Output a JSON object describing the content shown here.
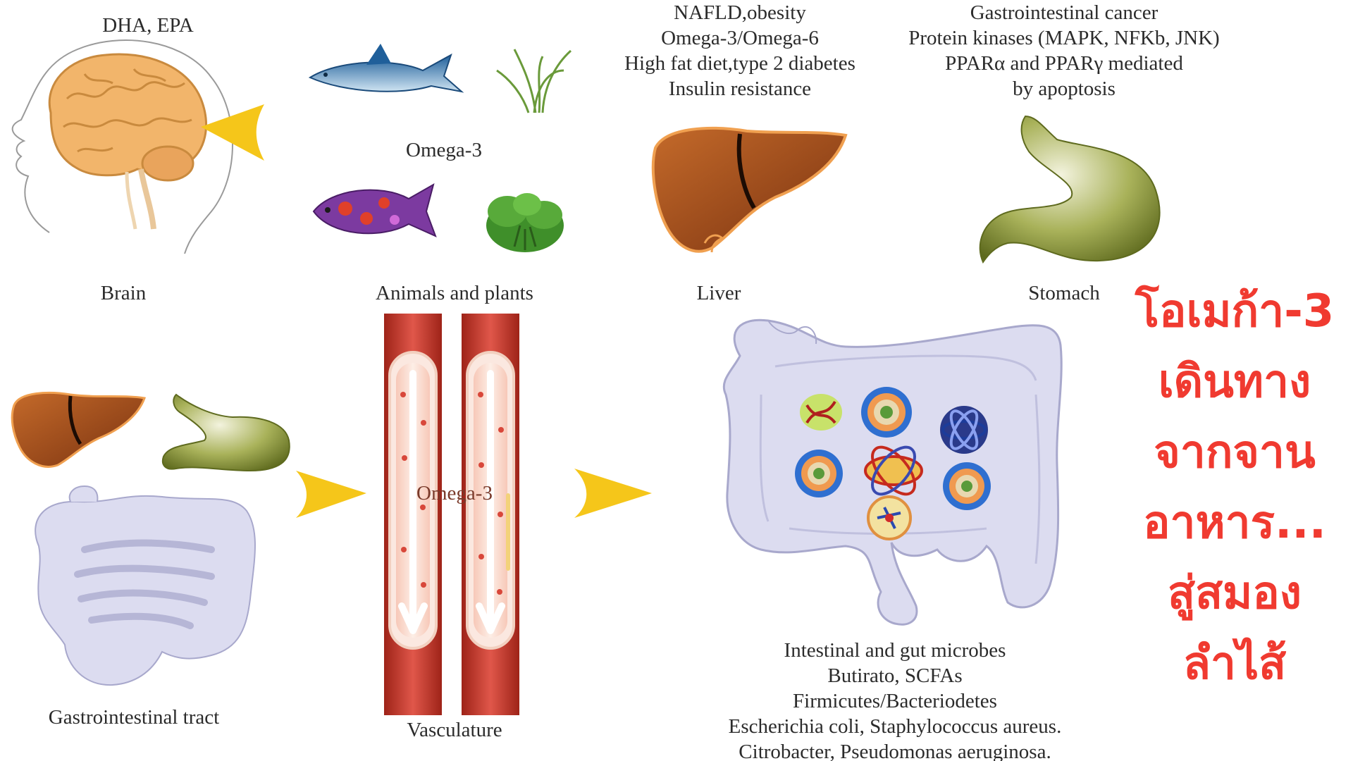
{
  "labels": {
    "brain_header": "DHA, EPA",
    "omega3_center": "Omega-3",
    "brain": "Brain",
    "animals_plants": "Animals and plants",
    "liver": "Liver",
    "stomach": "Stomach",
    "gi_tract": "Gastrointestinal tract",
    "vasculature": "Vasculature",
    "vessel_omega3": "Omega-3"
  },
  "liver_notes": [
    "NAFLD,obesity",
    "Omega-3/Omega-6",
    "High fat diet,type 2 diabetes",
    "Insulin resistance"
  ],
  "stomach_notes": [
    "Gastrointestinal cancer",
    "Protein kinases (MAPK, NFKb, JNK)",
    "PPARα and PPARγ mediated",
    "by apoptosis"
  ],
  "gut_notes": [
    "Intestinal and gut microbes",
    "Butirato, SCFAs",
    "Firmicutes/Bacteriodetes",
    "Escherichia coli, Staphylococcus aureus.",
    "Citrobacter, Pseudomonas aeruginosa."
  ],
  "headline_th": [
    "โอเมก้า-3",
    "เดินทาง",
    "จากจาน",
    "อาหาร...",
    "สู่สมอง",
    "ลำไส้"
  ],
  "colors": {
    "headline": "#f03a30",
    "arrow": "#f5c61a",
    "liver": "#9b4a1c",
    "stomach": "#8f9a3a",
    "intestine": "#dcdcf0",
    "vessel": "#c8342a",
    "brain": "#f2b56b"
  }
}
